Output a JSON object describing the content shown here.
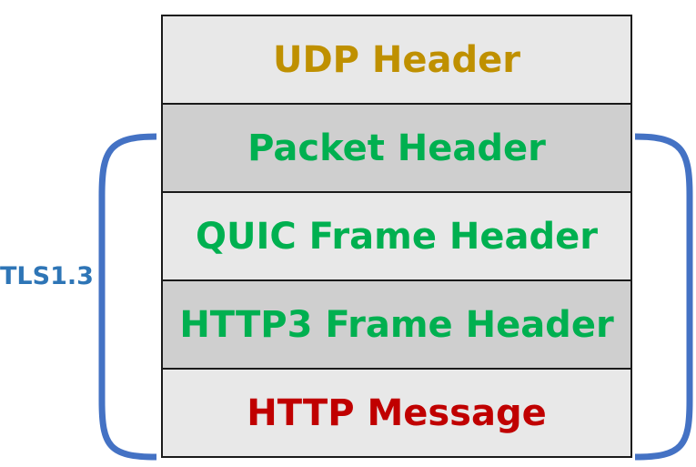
{
  "layers": [
    {
      "label": "UDP Header",
      "color": "#bf9000",
      "shade": "light"
    },
    {
      "label": "Packet Header",
      "color": "#00b050",
      "shade": "dark"
    },
    {
      "label": "QUIC Frame Header",
      "color": "#00b050",
      "shade": "light"
    },
    {
      "label": "HTTP3 Frame Header",
      "color": "#00b050",
      "shade": "dark"
    },
    {
      "label": "HTTP Message",
      "color": "#c00000",
      "shade": "light"
    }
  ],
  "tls_label": "TLS1.3",
  "bracket_color": "#4472c4",
  "tls_color": "#2e75b6"
}
